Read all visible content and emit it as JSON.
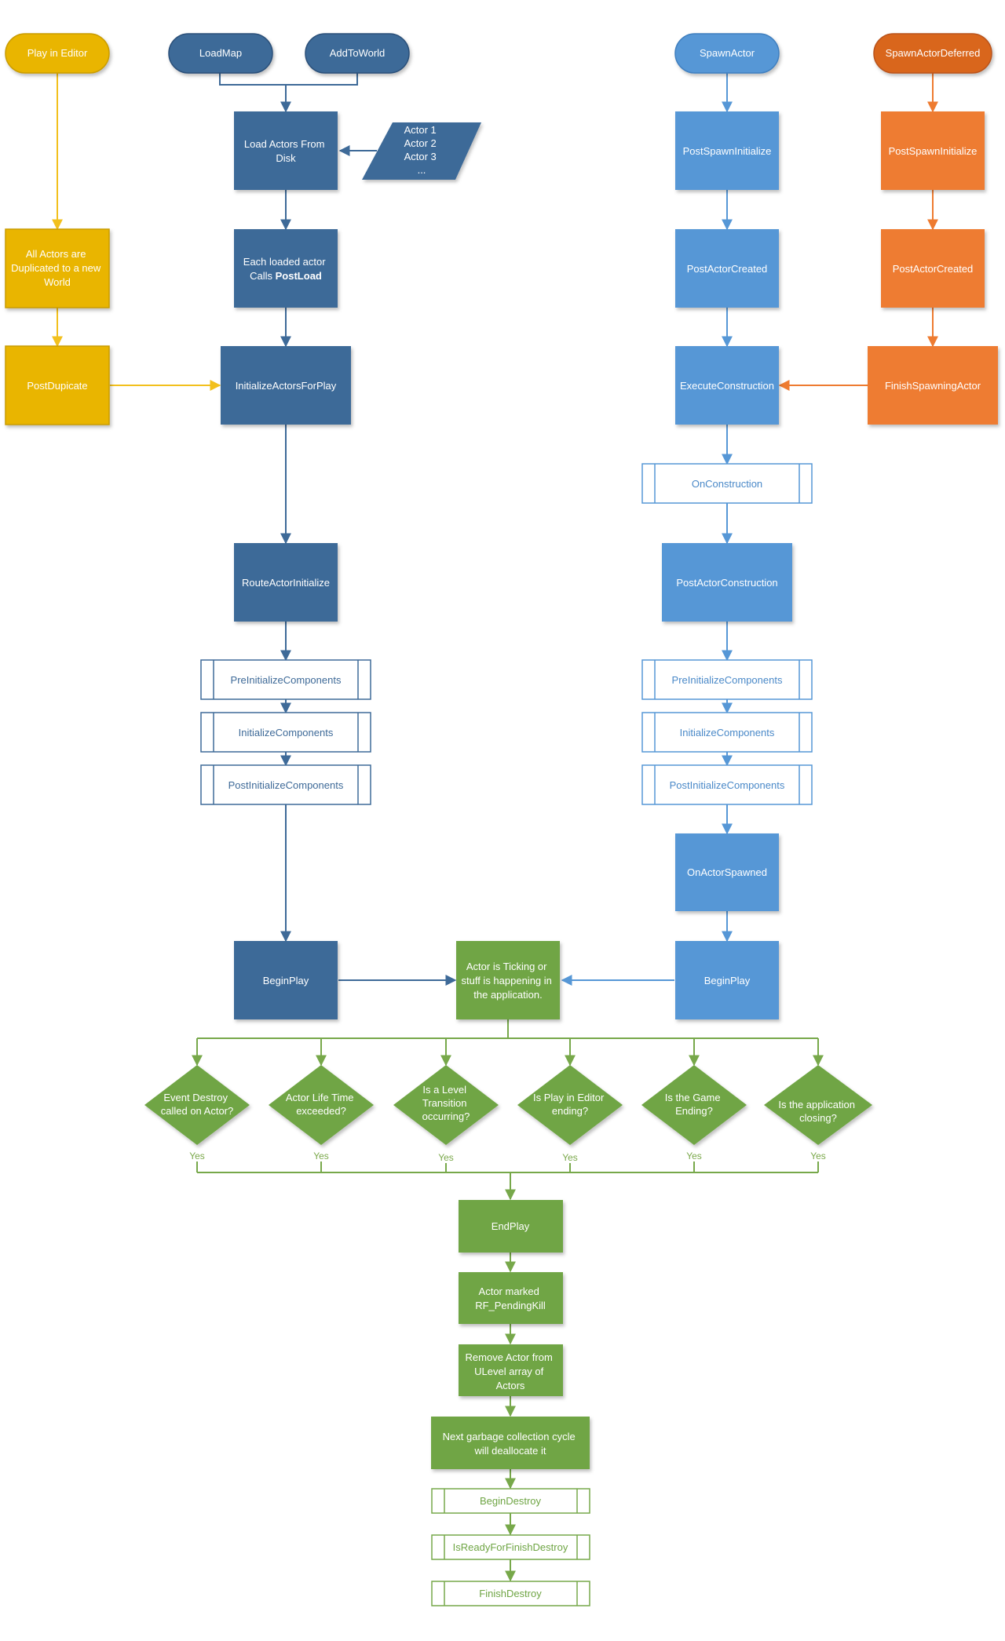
{
  "colors": {
    "yellow": "#e9b500",
    "yellow_dark": "#c99b00",
    "dark_blue": "#3e6a98",
    "mid_blue": "#5697d6",
    "orange": "#ee7b30",
    "orange_dark": "#cf6020",
    "green": "#6fa544",
    "green_line": "#77a84a",
    "yellow_line": "#f2c01d"
  },
  "starts": {
    "play_in_editor": "Play in Editor",
    "load_map": "LoadMap",
    "add_to_world": "AddToWorld",
    "spawn_actor": "SpawnActor",
    "spawn_actor_deferred": "SpawnActorDeferred"
  },
  "yellow_path": {
    "duplicated": [
      "All Actors are",
      "Duplicated to a new",
      "World"
    ],
    "post_duplicate": "PostDupicate"
  },
  "load_path": {
    "load_actors": [
      "Load Actors From",
      "Disk"
    ],
    "actor_list": [
      "Actor 1",
      "Actor 2",
      "Actor 3",
      "..."
    ],
    "each_loaded": [
      "Each loaded actor",
      "Calls "
    ],
    "each_loaded_bold": "PostLoad",
    "initialize_for_play": "InitializeActorsForPlay",
    "route_actor_initialize": "RouteActorInitialize",
    "pre_init_components": "PreInitializeComponents",
    "init_components": "InitializeComponents",
    "post_init_components": "PostInitializeComponents",
    "begin_play": "BeginPlay"
  },
  "spawn_path": {
    "post_spawn_initialize": "PostSpawnInitialize",
    "post_actor_created": "PostActorCreated",
    "execute_construction": "ExecuteConstruction",
    "on_construction": "OnConstruction",
    "post_actor_construction": "PostActorConstruction",
    "pre_init_components": "PreInitializeComponents",
    "init_components": "InitializeComponents",
    "post_init_components": "PostInitializeComponents",
    "on_actor_spawned": "OnActorSpawned",
    "begin_play": "BeginPlay"
  },
  "deferred_path": {
    "post_spawn_initialize": "PostSpawnInitialize",
    "post_actor_created": "PostActorCreated",
    "finish_spawning": "FinishSpawningActor"
  },
  "ticking": [
    "Actor is Ticking or",
    "stuff is happening in",
    "the application."
  ],
  "decisions": [
    {
      "lines": [
        "Event Destroy",
        "called on Actor?"
      ],
      "yes": "Yes"
    },
    {
      "lines": [
        "Actor Life Time",
        "exceeded?"
      ],
      "yes": "Yes"
    },
    {
      "lines": [
        "Is a Level",
        "Transition",
        "occurring?"
      ],
      "yes": "Yes"
    },
    {
      "lines": [
        "Is Play in Editor",
        "ending?"
      ],
      "yes": "Yes"
    },
    {
      "lines": [
        "Is the Game",
        "Ending?"
      ],
      "yes": "Yes"
    },
    {
      "lines": [
        "Is the application",
        "closing?"
      ],
      "yes": "Yes"
    }
  ],
  "end_path": {
    "end_play": "EndPlay",
    "pending_kill": [
      "Actor marked",
      "RF_PendingKill"
    ],
    "remove_actor": [
      "Remove Actor from",
      "ULevel array of",
      "Actors"
    ],
    "garbage": [
      "Next garbage collection cycle",
      "will deallocate it"
    ],
    "begin_destroy": "BeginDestroy",
    "ready_finish": "IsReadyForFinishDestroy",
    "finish_destroy": "FinishDestroy"
  }
}
